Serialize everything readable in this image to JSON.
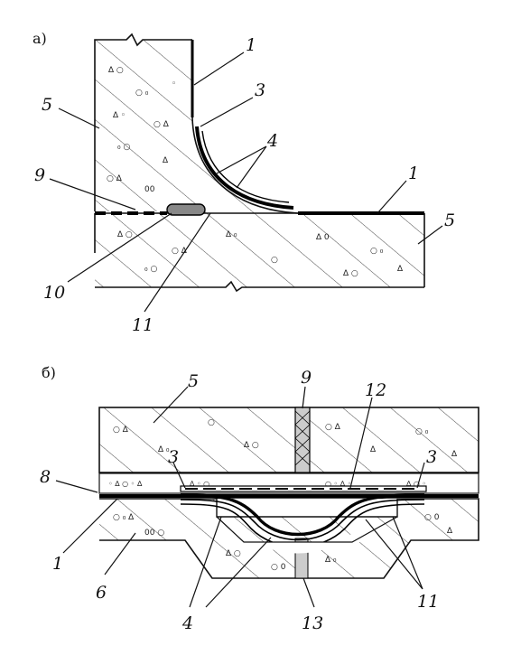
{
  "figure_a": {
    "caption": "а)",
    "labels": {
      "l1_top": "1",
      "l3": "3",
      "l4": "4",
      "l1_right": "1",
      "l5_left": "5",
      "l5_right": "5",
      "l9": "9",
      "l10": "10",
      "l11": "11"
    }
  },
  "figure_b": {
    "caption": "б)",
    "labels": {
      "l5": "5",
      "l9": "9",
      "l12": "12",
      "l3_left": "3",
      "l3_right": "3",
      "l8": "8",
      "l1": "1",
      "l6": "6",
      "l4": "4",
      "l13": "13",
      "l11": "11"
    }
  },
  "colors": {
    "ink": "#111111",
    "paper": "#ffffff"
  }
}
